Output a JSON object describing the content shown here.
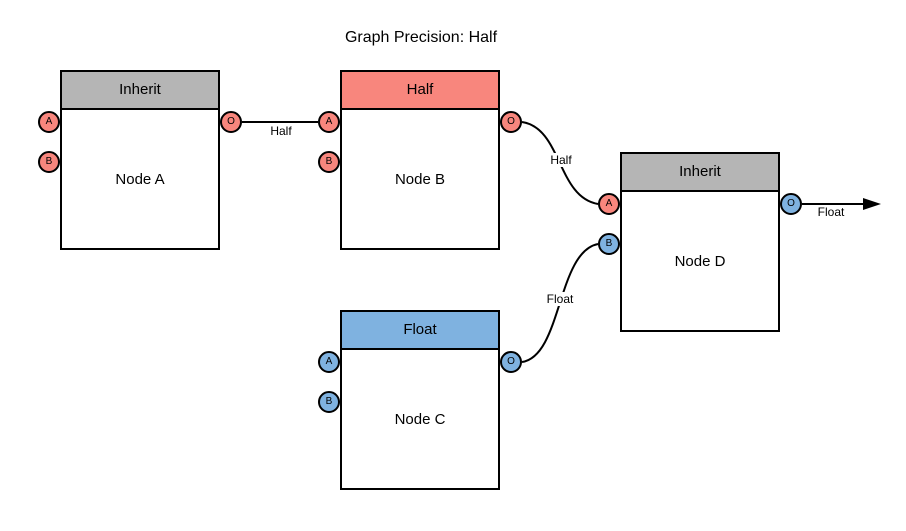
{
  "title": "Graph Precision: Half",
  "colors": {
    "salmon": "#F8867D",
    "blue": "#7FB2E0",
    "gray": "#B5B5B5",
    "stroke": "#000000",
    "canvas": "#FFFFFF"
  },
  "nodes": [
    {
      "name": "Node A",
      "header": "Inherit",
      "header_color": "#B5B5B5",
      "ports": {
        "a": {
          "label": "A",
          "color": "#F8867D"
        },
        "b": {
          "label": "B",
          "color": "#F8867D"
        },
        "o": {
          "label": "O",
          "color": "#F8867D"
        }
      }
    },
    {
      "name": "Node B",
      "header": "Half",
      "header_color": "#F8867D",
      "ports": {
        "a": {
          "label": "A",
          "color": "#F8867D"
        },
        "b": {
          "label": "B",
          "color": "#F8867D"
        },
        "o": {
          "label": "O",
          "color": "#F8867D"
        }
      }
    },
    {
      "name": "Node C",
      "header": "Float",
      "header_color": "#7FB2E0",
      "ports": {
        "a": {
          "label": "A",
          "color": "#7FB2E0"
        },
        "b": {
          "label": "B",
          "color": "#7FB2E0"
        },
        "o": {
          "label": "O",
          "color": "#7FB2E0"
        }
      }
    },
    {
      "name": "Node D",
      "header": "Inherit",
      "header_color": "#B5B5B5",
      "ports": {
        "a": {
          "label": "A",
          "color": "#F8867D"
        },
        "b": {
          "label": "B",
          "color": "#7FB2E0"
        },
        "o": {
          "label": "O",
          "color": "#7FB2E0"
        }
      }
    }
  ],
  "edges": [
    {
      "label": "Half",
      "from": "Node A / O",
      "to": "Node B / A"
    },
    {
      "label": "Half",
      "from": "Node B / O",
      "to": "Node D / A"
    },
    {
      "label": "Float",
      "from": "Node C / O",
      "to": "Node D / B"
    },
    {
      "label": "Float",
      "from": "Node D / O",
      "to": "graph output"
    }
  ]
}
